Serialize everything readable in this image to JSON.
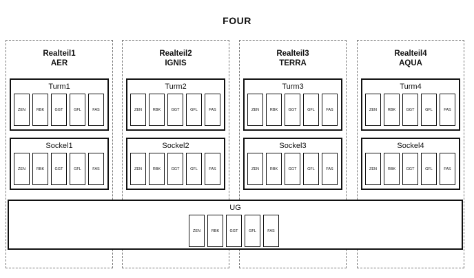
{
  "title": "FOUR",
  "realteile": [
    {
      "name": "Realteil1",
      "element": "AER",
      "turm": "Turm1",
      "sockel": "Sockel1",
      "turm_cells": [
        "ZEN",
        "RBK",
        "GGT",
        "GFL",
        "FAS"
      ],
      "sockel_cells": [
        "ZEN",
        "RBK",
        "GGT",
        "GFL",
        "FAS"
      ]
    },
    {
      "name": "Realteil2",
      "element": "IGNIS",
      "turm": "Turm2",
      "sockel": "Sockel2",
      "turm_cells": [
        "ZEN",
        "RBK",
        "GGT",
        "GFL",
        "FAS"
      ],
      "sockel_cells": [
        "ZEN",
        "RBK",
        "GGT",
        "GFL",
        "FAS"
      ]
    },
    {
      "name": "Realteil3",
      "element": "TERRA",
      "turm": "Turm3",
      "sockel": "Sockel3",
      "turm_cells": [
        "ZEN",
        "RBK",
        "GGT",
        "GFL",
        "FAS"
      ],
      "sockel_cells": [
        "ZEN",
        "RBK",
        "GGT",
        "GFL",
        "FAS"
      ]
    },
    {
      "name": "Realteil4",
      "element": "AQUA",
      "turm": "Turm4",
      "sockel": "Sockel4",
      "turm_cells": [
        "ZEN",
        "RBK",
        "GGT",
        "GFL",
        "FAS"
      ],
      "sockel_cells": [
        "ZEN",
        "RBK",
        "GGT",
        "GFL",
        "FAS"
      ]
    }
  ],
  "ug": {
    "label": "UG",
    "cells": [
      "ZEN",
      "RBK",
      "GGT",
      "GFL",
      "FAS"
    ]
  }
}
